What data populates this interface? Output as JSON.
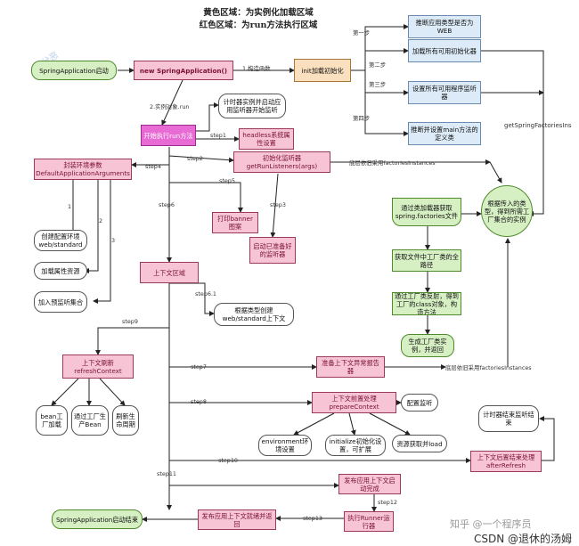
{
  "header": {
    "line1": "黄色区域：为实例化加载区域",
    "line2": "红色区域：为run方法执行区域"
  },
  "nodes": {
    "start": "SpringApplication启动",
    "new_app": "new SpringApplication()",
    "init": "init加载初始化",
    "infer_web": "推断应用类型是否为WEB",
    "load_init": "加载所有可用初始化器",
    "set_listener": "设置所有可用程序监听器",
    "infer_main": "推断并设置main方法的定义类",
    "get_factories": "getSpringFactoriesIns",
    "timer_start": "计时器实例并启动应用监听器开始监听",
    "run_method": "开始执行run方法",
    "headless": "headless系统属性设置",
    "default_args": "封装环境参数DefaultApplicationArguments",
    "get_run_listeners": "初始化监听器getRunListeners(args)",
    "from_factories_1": "底层依旧采用factoriesInstances",
    "create_env": "创建配置环境web/standard",
    "load_props": "加载属性资源",
    "add_listener_env": "加入预监听集合",
    "print_banner": "打印banner图案",
    "start_listener": "启动已准备好的监听器",
    "ctx_area": "上下文区域",
    "create_ctx_type": "根据类型创建web/standard上下文",
    "refresh_ctx": "上下文刷新refreshContext",
    "bean_factory_load": "bean工厂加载",
    "factory_produce": "通过工厂生产Bean",
    "refresh_lifecycle": "刷新生命周期",
    "prepare_exception": "准备上下文异常报告器",
    "from_factories_2": "底层依旧采用factoriesInstances",
    "prepare_context": "上下文前置处理prepareContext",
    "config_listener": "配置监听",
    "env_setting": "environment环境设置",
    "init_setting": "initialize初始化设置，可扩展",
    "resource_load": "资源获取并load",
    "after_refresh": "上下文后置结束处理afterRefresh",
    "timer_end": "计时器结束监听结束",
    "app_started": "发布应用上下文启动完成",
    "runner": "执行Runner运行器",
    "publish_ready": "发布应用上下文就绪并返回",
    "end": "SpringApplication启动结束",
    "class_loader": "通过类加载器获取spring.factories文件",
    "get_full_paths": "获取文件中工厂类的全路径",
    "reflect_factory": "通过工厂类反射，得到工厂的class对象，构造方法",
    "gen_instances": "生成工厂类实例，并返回",
    "load_by_type": "根据传入的类型，得到所需工厂集合的实例"
  },
  "edge_labels": {
    "construct": "1.构造函数",
    "instance_run": "2.实例对象.run",
    "step1_a": "第一步",
    "step2_a": "第二步",
    "step3_a": "第三步",
    "step4_a": "第四步",
    "step1": "step1",
    "step2": "step2",
    "step3": "step3",
    "step4": "step4",
    "step5": "step5",
    "step6": "step6",
    "step6_1": "step6.1",
    "step7": "step7",
    "step8": "step8",
    "step9": "step9",
    "step10": "step10",
    "step11": "step11",
    "step12": "step12",
    "step13": "step13",
    "n1": "1",
    "n2": "2",
    "n3": "3"
  },
  "watermark": {
    "main": "CSDN @退休的汤姆",
    "zhihu": "知乎 @一个程序员",
    "faint": "三分恶"
  }
}
